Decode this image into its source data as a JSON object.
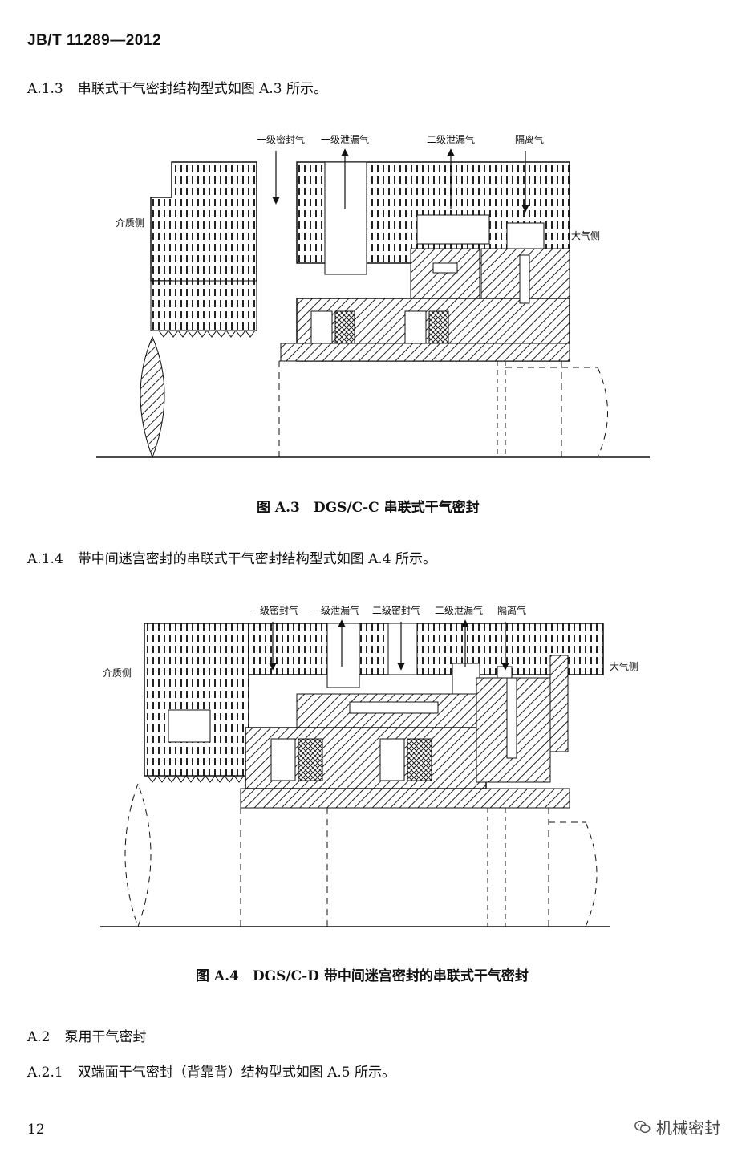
{
  "header": {
    "standard_no": "JB/T 11289—2012"
  },
  "clauses": {
    "a13": {
      "num": "A.1.3",
      "text": "串联式干气密封结构型式如图 A.3 所示。"
    },
    "a14": {
      "num": "A.1.4",
      "text": "带中间迷宫密封的串联式干气密封结构型式如图 A.4 所示。"
    },
    "a2": {
      "num": "A.2",
      "text": "泵用干气密封"
    },
    "a21": {
      "num": "A.2.1",
      "text": "双端面干气密封（背靠背）结构型式如图 A.5 所示。"
    }
  },
  "figure_a3": {
    "labels": {
      "primary_seal_gas": "一级密封气",
      "primary_vent": "一级泄漏气",
      "secondary_vent": "二级泄漏气",
      "separation_gas": "隔离气",
      "process_side": "介质侧",
      "atmosphere_side": "大气侧"
    },
    "caption": "图 A.3　DGS/C-C 串联式干气密封"
  },
  "figure_a4": {
    "labels": {
      "primary_seal_gas": "一级密封气",
      "primary_vent": "一级泄漏气",
      "secondary_seal_gas": "二级密封气",
      "secondary_vent": "二级泄漏气",
      "separation_gas": "隔离气",
      "process_side": "介质侧",
      "atmosphere_side": "大气侧"
    },
    "caption": "图 A.4　DGS/C-D 带中间迷宫密封的串联式干气密封"
  },
  "footer": {
    "page_number": "12",
    "watermark": "机械密封",
    "watermark_icon": "wechat-icon"
  }
}
